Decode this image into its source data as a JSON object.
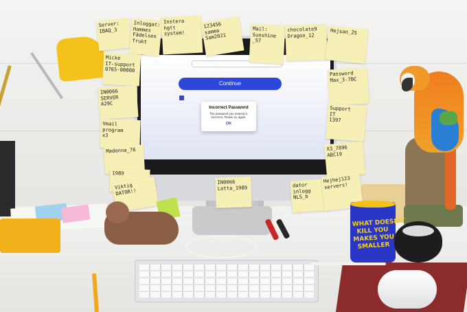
{
  "screen": {
    "continue_label": "Continue",
    "dialog_title": "Incorrect Password",
    "dialog_message": "The password you entered is incorrect. Please try again.",
    "dialog_ok": "OK"
  },
  "notes": [
    "Server:\nIBAQ_3",
    "Inloggat:\nHammes\nFädelsen\nfrukt",
    "Instera\nhgtt\nsystem!",
    "123456\nsamma\nSam2021",
    "Mail:\nSunshine\n_57",
    "chocolate9\nDragon_12",
    "Hejsan_25",
    "Micke\nIT-support\n0765-00000",
    "IN0066\nSERVER\nA29C",
    "Password\nMax_3-7BC",
    "Vmail\nprogram\nx3",
    "Support\nIT\n1397",
    "Madonna_76",
    "X3_7896\nABC19",
    "1989",
    "Viktig\nDATOR!!",
    "IN0066\nLotta_1989",
    "dator\ninlogg\nNLS_b",
    "Hejhej123\nservers!"
  ],
  "mug": {
    "text": "WHAT DOESN'T\nKILL YOU\nMAKES YOU\nSMALLER"
  },
  "colors": {
    "note_yellow": "#f6efb6",
    "screen_button": "#2d48d8",
    "mug_blue": "#2a36c6",
    "mug_text": "#f6d21c",
    "lamp_yellow": "#f4c21a"
  }
}
